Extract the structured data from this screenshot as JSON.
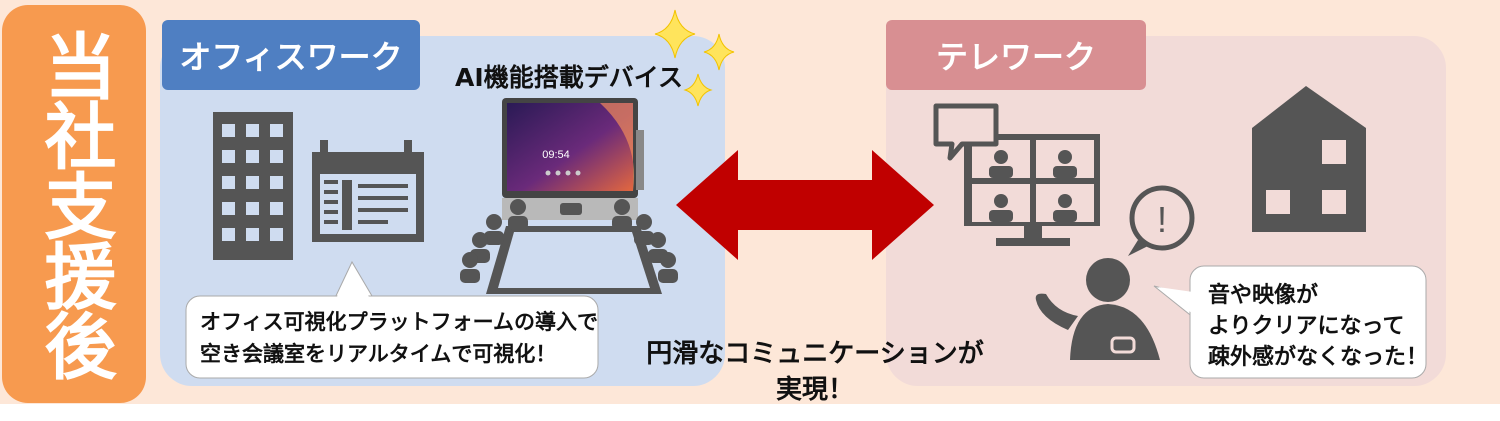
{
  "left_label": "当社支援後",
  "office": {
    "tab_label": "オフィスワーク",
    "device_title": "AI機能搭載デバイス",
    "screen_time": "09:54",
    "bubble_lines": [
      "オフィス可視化プラットフォームの導入で",
      "空き会議室をリアルタイムで可視化！"
    ]
  },
  "telework": {
    "tab_label": "テレワーク",
    "bubble_lines": [
      "音や映像が",
      "よりクリアになって",
      "疎外感がなくなった！"
    ],
    "exclamation": "!"
  },
  "center": {
    "lines": [
      "円滑なコミュニケーションが",
      "実現！"
    ]
  },
  "colors": {
    "background": "#fde7d8",
    "side_label": "#f79a4f",
    "office_panel": "#cfdcf0",
    "office_tab": "#4f7fc2",
    "tele_panel": "#f2dbd8",
    "tele_tab": "#d88f92",
    "arrow": "#c00000",
    "icon": "#555555",
    "sparkle": "#ffe45c"
  }
}
